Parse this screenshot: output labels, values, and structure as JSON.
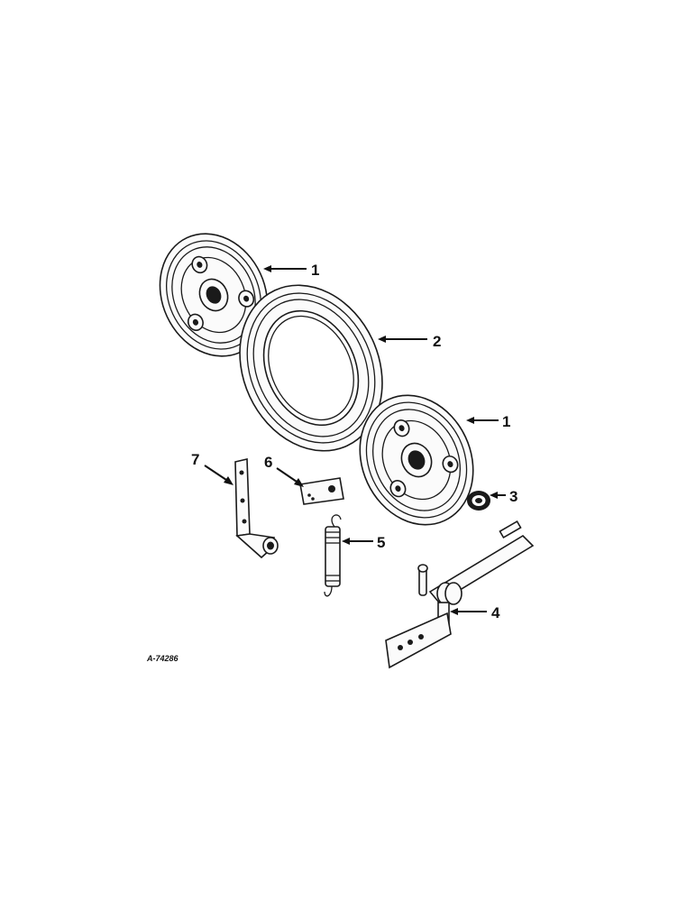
{
  "figure_id": "A-74286",
  "parts": [
    {
      "key": "wheel_top",
      "callout": "1"
    },
    {
      "key": "tire",
      "callout": "2"
    },
    {
      "key": "wheel_bottom",
      "callout": "1"
    },
    {
      "key": "bearing",
      "callout": "3"
    },
    {
      "key": "arm",
      "callout": "4"
    },
    {
      "key": "spring",
      "callout": "5"
    },
    {
      "key": "plate",
      "callout": "6"
    },
    {
      "key": "bracket",
      "callout": "7"
    }
  ]
}
